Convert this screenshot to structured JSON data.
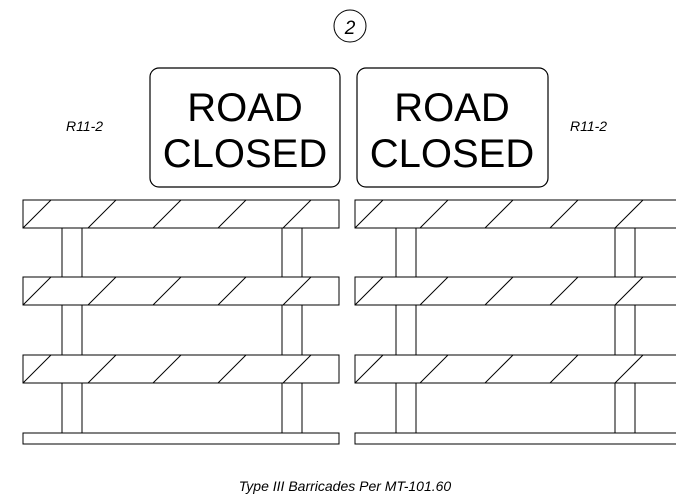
{
  "callout": "2",
  "signs": [
    {
      "line1": "ROAD",
      "line2": "CLOSED"
    },
    {
      "line1": "ROAD",
      "line2": "CLOSED"
    }
  ],
  "sign_code_left": "R11-2",
  "sign_code_right": "R11-2",
  "caption": "Type III Barricades Per MT-101.60",
  "colors": {
    "stroke": "#000000",
    "background": "#ffffff"
  }
}
